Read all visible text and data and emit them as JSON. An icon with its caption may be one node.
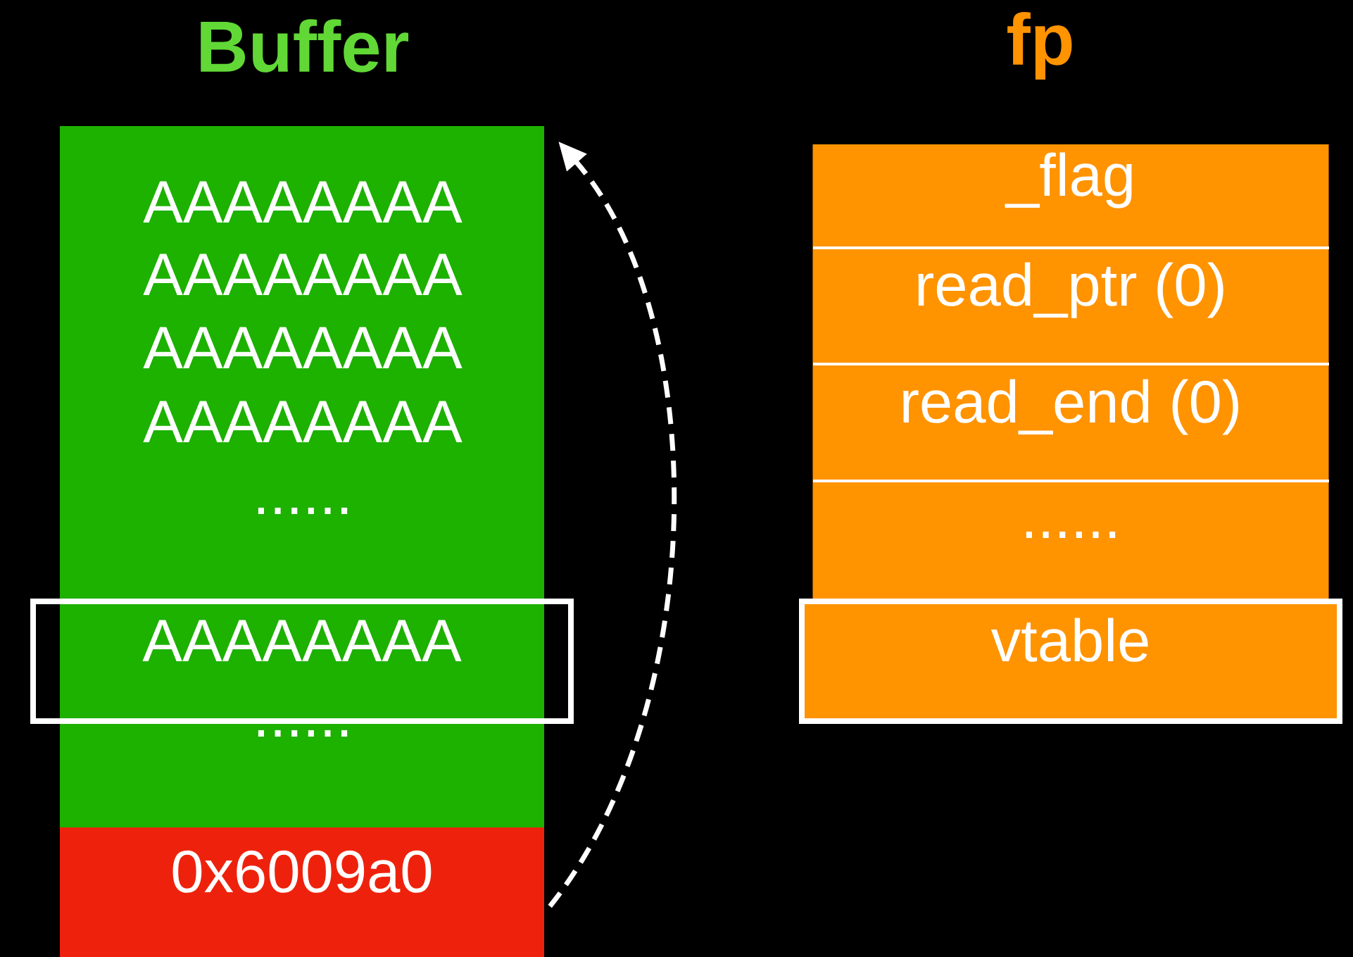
{
  "diagram": {
    "nodes": [
      {
        "text": [
          "Buffer",
          "AAAAAAAA",
          "AAAAAAAA",
          "AAAAAAAA",
          "AAAAAAAA",
          "......",
          "......"
        ]
      },
      {
        "text": [
          "AAAAAAAA"
        ],
        "in": 0
      },
      {
        "text": [
          "0x6009a0"
        ]
      },
      {
        "text": [
          "fp"
        ]
      },
      {
        "text": [
          "_flag"
        ],
        "in": 3
      },
      {
        "text": [
          "read_ptr (0)"
        ],
        "in": 3
      },
      {
        "text": [
          "read_end (0)"
        ],
        "in": 3
      },
      {
        "text": [
          "......"
        ],
        "in": 3
      },
      {
        "text": [
          "vtable"
        ],
        "in": 3
      }
    ],
    "edges": [
      {
        "from": 2,
        "to": 0,
        "arrow": "to",
        "style": "dashed"
      }
    ]
  }
}
